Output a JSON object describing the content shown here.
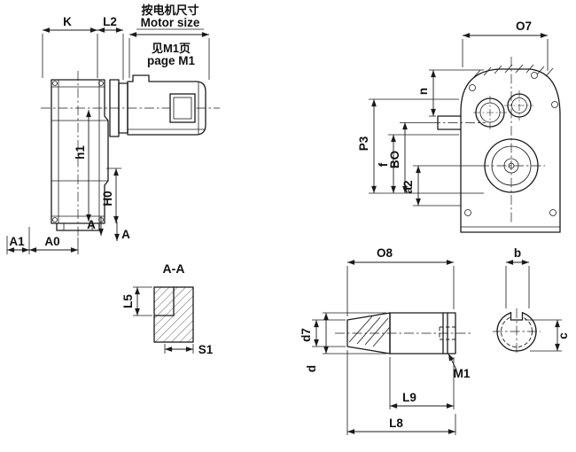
{
  "colors": {
    "ink": "#1a1a1a",
    "paper": "#ffffff"
  },
  "views": {
    "side": {
      "dim_k": "K",
      "dim_l2": "L2",
      "motor_size_cn": "按电机尺寸",
      "motor_size_en": "Motor size",
      "see_page_cn": "见M1页",
      "see_page_en": "page M1",
      "dim_h1": "h1",
      "dim_h0": "H0",
      "section_a_top": "A",
      "section_a_bottom": "A",
      "dim_a1": "A1",
      "dim_a0": "A0"
    },
    "front": {
      "dim_o7": "O7",
      "dim_n": "n",
      "dim_p3": "P3",
      "dim_f": "f",
      "dim_bo": "BO",
      "dim_a2": "a2"
    },
    "section": {
      "title": "A-A",
      "dim_l5": "L5",
      "dim_s1": "S1"
    },
    "shaft": {
      "dim_o8": "O8",
      "dim_b": "b",
      "dim_d7": "d7",
      "dim_d": "d",
      "dim_m1": "M1",
      "dim_l9": "L9",
      "dim_l8": "L8",
      "dim_c": "c"
    }
  }
}
